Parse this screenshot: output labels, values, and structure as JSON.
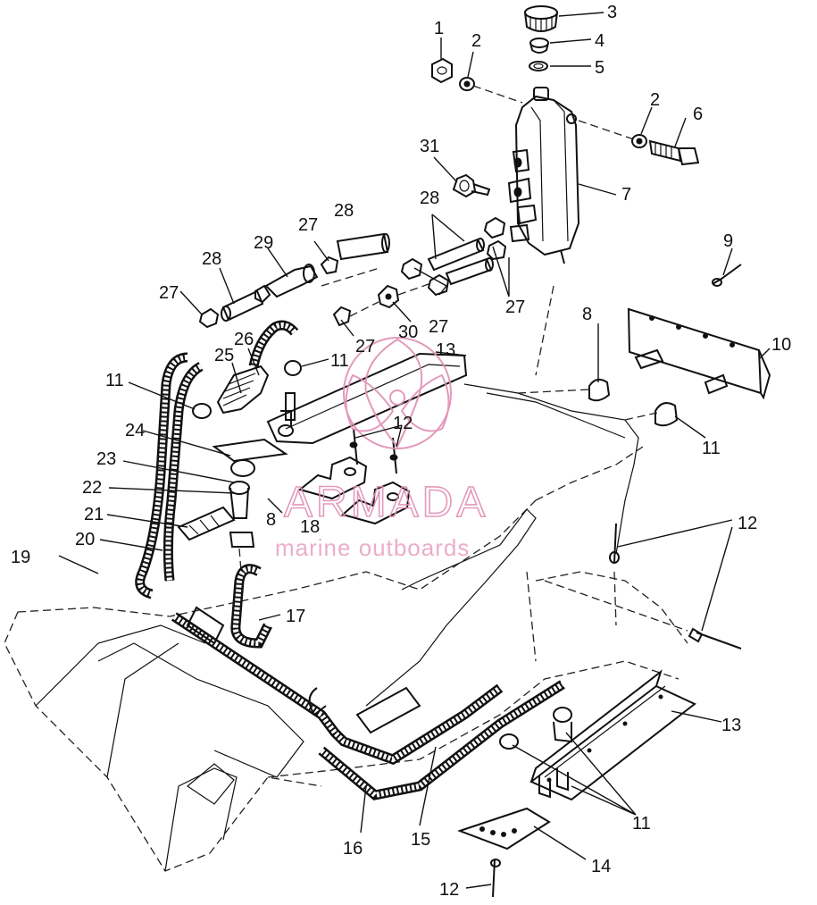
{
  "watermark": {
    "brand": "ARMADA",
    "tagline": "marine outboards",
    "color": "#e08fb4"
  },
  "callouts": [
    {
      "id": "c1",
      "text": "1"
    },
    {
      "id": "c2a",
      "text": "2"
    },
    {
      "id": "c3",
      "text": "3"
    },
    {
      "id": "c4",
      "text": "4"
    },
    {
      "id": "c5",
      "text": "5"
    },
    {
      "id": "c2b",
      "text": "2"
    },
    {
      "id": "c6",
      "text": "6"
    },
    {
      "id": "c7",
      "text": "7"
    },
    {
      "id": "c31",
      "text": "31"
    },
    {
      "id": "c28a",
      "text": "28"
    },
    {
      "id": "c28b",
      "text": "28"
    },
    {
      "id": "c27a",
      "text": "27"
    },
    {
      "id": "c29",
      "text": "29"
    },
    {
      "id": "c28c",
      "text": "28"
    },
    {
      "id": "c27b",
      "text": "27"
    },
    {
      "id": "c27c",
      "text": "27"
    },
    {
      "id": "c27d",
      "text": "27"
    },
    {
      "id": "c30",
      "text": "30"
    },
    {
      "id": "c27e",
      "text": "27"
    },
    {
      "id": "c9",
      "text": "9"
    },
    {
      "id": "c8a",
      "text": "8"
    },
    {
      "id": "c10",
      "text": "10"
    },
    {
      "id": "c26",
      "text": "26"
    },
    {
      "id": "c25",
      "text": "25"
    },
    {
      "id": "c11a",
      "text": "11"
    },
    {
      "id": "c11b",
      "text": "11"
    },
    {
      "id": "c13a",
      "text": "13"
    },
    {
      "id": "c11c",
      "text": "11"
    },
    {
      "id": "c12a",
      "text": "12"
    },
    {
      "id": "c24",
      "text": "24"
    },
    {
      "id": "c23",
      "text": "23"
    },
    {
      "id": "c22",
      "text": "22"
    },
    {
      "id": "c21",
      "text": "21"
    },
    {
      "id": "c8b",
      "text": "8"
    },
    {
      "id": "c18",
      "text": "18"
    },
    {
      "id": "c20",
      "text": "20"
    },
    {
      "id": "c19",
      "text": "19"
    },
    {
      "id": "c12b",
      "text": "12"
    },
    {
      "id": "c17",
      "text": "17"
    },
    {
      "id": "c13b",
      "text": "13"
    },
    {
      "id": "c11d",
      "text": "11"
    },
    {
      "id": "c16",
      "text": "16"
    },
    {
      "id": "c15",
      "text": "15"
    },
    {
      "id": "c14",
      "text": "14"
    },
    {
      "id": "c12c",
      "text": "12"
    }
  ]
}
